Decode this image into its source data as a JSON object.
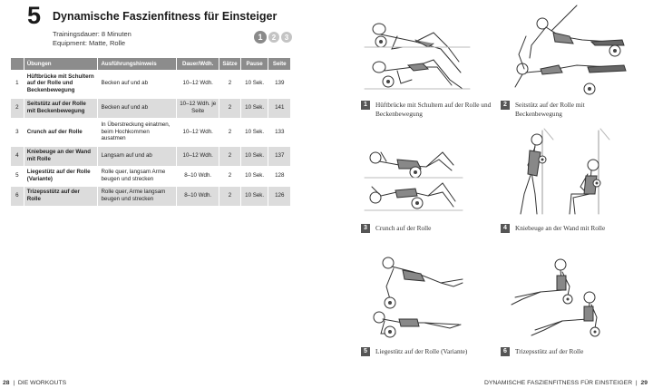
{
  "left_page": {
    "chapter_number": "5",
    "title": "Dynamische Faszienfitness für Einsteiger",
    "duration": "Trainingsdauer: 8 Minuten",
    "equipment": "Equipment: Matte, Rolle",
    "steps": [
      "1",
      "2",
      "3"
    ],
    "table": {
      "headers": [
        "",
        "Übungen",
        "Ausführungshinweis",
        "Dauer/Wdh.",
        "Sätze",
        "Pause",
        "Seite"
      ],
      "rows": [
        {
          "num": "1",
          "exercise": "Hüftbrücke mit Schultern auf der Rolle und Beckenbewegung",
          "hint": "Becken auf und ab",
          "duration": "10–12 Wdh.",
          "sets": "2",
          "pause": "10 Sek.",
          "page": "139"
        },
        {
          "num": "2",
          "exercise": "Seitstütz auf der Rolle mit Beckenbewegung",
          "hint": "Becken auf und ab",
          "duration": "10–12 Wdh. je Seite",
          "sets": "2",
          "pause": "10 Sek.",
          "page": "141"
        },
        {
          "num": "3",
          "exercise": "Crunch auf der Rolle",
          "hint": "In Überstreckung einatmen, beim Hochkommen ausatmen",
          "duration": "10–12 Wdh.",
          "sets": "2",
          "pause": "10 Sek.",
          "page": "133"
        },
        {
          "num": "4",
          "exercise": "Kniebeuge an der Wand mit Rolle",
          "hint": "Langsam auf und ab",
          "duration": "10–12 Wdh.",
          "sets": "2",
          "pause": "10 Sek.",
          "page": "137"
        },
        {
          "num": "5",
          "exercise": "Liegestütz auf der Rolle (Variante)",
          "hint": "Rolle quer, langsam Arme beugen und strecken",
          "duration": "8–10 Wdh.",
          "sets": "2",
          "pause": "10 Sek.",
          "page": "128"
        },
        {
          "num": "6",
          "exercise": "Trizepsstütz auf der Rolle",
          "hint": "Rolle quer, Arme langsam beugen und strecken",
          "duration": "8–10 Wdh.",
          "sets": "2",
          "pause": "10 Sek.",
          "page": "126"
        }
      ]
    },
    "footer_page": "28",
    "footer_section": "DIE WORKOUTS"
  },
  "right_page": {
    "captions": [
      {
        "num": "1",
        "text": "Hüftbrücke mit Schultern auf der Rolle und Beckenbewegung"
      },
      {
        "num": "2",
        "text": "Seitstütz auf der Rolle mit Beckenbewegung"
      },
      {
        "num": "3",
        "text": "Crunch auf der Rolle"
      },
      {
        "num": "4",
        "text": "Kniebeuge an der Wand mit Rolle"
      },
      {
        "num": "5",
        "text": "Liegestütz auf der Rolle (Variante)"
      },
      {
        "num": "6",
        "text": "Trizepsstütz auf der Rolle"
      }
    ],
    "footer_section": "DYNAMISCHE FASZIENFITNESS FÜR EINSTEIGER",
    "footer_page": "29"
  }
}
